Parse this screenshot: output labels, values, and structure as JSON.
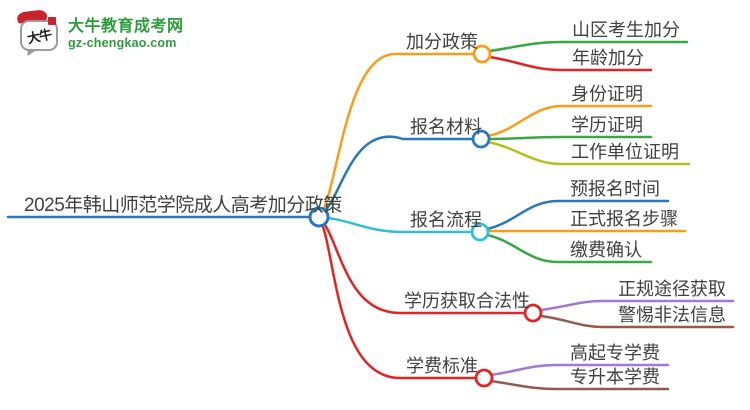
{
  "logo": {
    "bubble_text": "大牛",
    "brand_name": "大牛教育成考网",
    "domain": "gz-chengkao.com",
    "colors": {
      "brand_green": "#2d9c3c",
      "accent_red": "#c8242b"
    }
  },
  "mindmap": {
    "text_color": "#414141",
    "root": {
      "label": "2025年韩山师范学院成人高考加分政策",
      "color": "#2878be"
    },
    "branches": [
      {
        "label": "加分政策",
        "color": "#f99d1c",
        "children": [
          {
            "label": "山区考生加分",
            "color": "#38a845"
          },
          {
            "label": "年龄加分",
            "color": "#e02525"
          }
        ]
      },
      {
        "label": "报名材料",
        "color": "#2878be",
        "children": [
          {
            "label": "身份证明",
            "color": "#f99d1c"
          },
          {
            "label": "学历证明",
            "color": "#38a845"
          },
          {
            "label": "工作单位证明",
            "color": "#b8be20"
          }
        ]
      },
      {
        "label": "报名流程",
        "color": "#2ec0d6",
        "children": [
          {
            "label": "预报名时间",
            "color": "#2878be"
          },
          {
            "label": "正式报名步骤",
            "color": "#f99d1c"
          },
          {
            "label": "缴费确认",
            "color": "#38a845"
          }
        ]
      },
      {
        "label": "学历获取合法性",
        "color": "#e02525",
        "children": [
          {
            "label": "正规途径获取",
            "color": "#a179d6"
          },
          {
            "label": "警惕非法信息",
            "color": "#935a50"
          }
        ]
      },
      {
        "label": "学费标准",
        "color": "#e02525",
        "children": [
          {
            "label": "高起专学费",
            "color": "#a179d6"
          },
          {
            "label": "专升本学费",
            "color": "#935a50"
          }
        ]
      }
    ]
  }
}
